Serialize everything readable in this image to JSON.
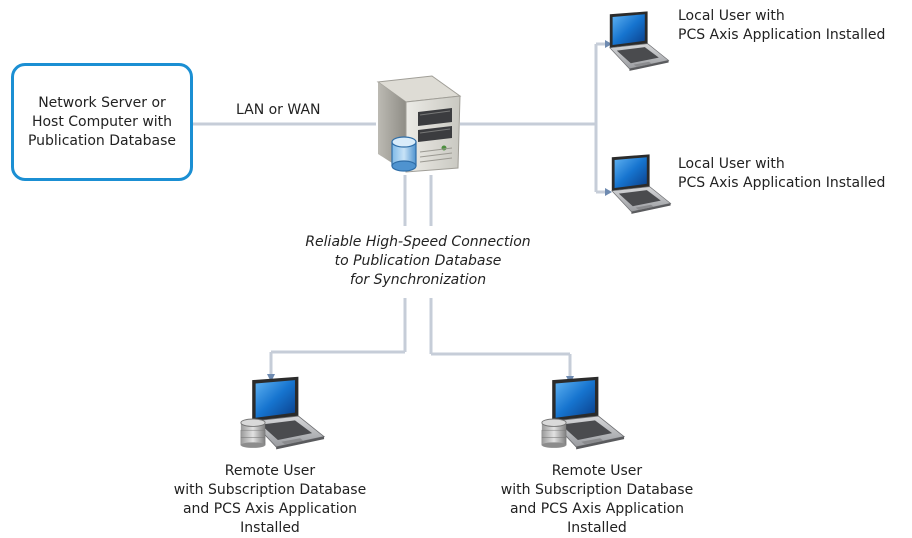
{
  "host": {
    "label": "Network Server or\nHost Computer with\nPublication Database"
  },
  "link": {
    "label": "LAN or WAN"
  },
  "connection": {
    "label": "Reliable High-Speed Connection\nto Publication Database\nfor Synchronization"
  },
  "local_users": [
    {
      "label": "Local User with\nPCS Axis Application Installed"
    },
    {
      "label": "Local User with\nPCS Axis Application Installed"
    }
  ],
  "remote_users": [
    {
      "label": "Remote User\nwith Subscription Database\nand PCS Axis Application Installed"
    },
    {
      "label": "Remote User\nwith Subscription Database\nand PCS Axis Application Installed"
    }
  ],
  "colors": {
    "line": "#c6cdd8",
    "box_border": "#1b8fd3",
    "screen": "#1470c8",
    "arrow": "#6e8ab0"
  },
  "icons": {
    "server": "server-tower-icon",
    "laptop": "laptop-icon",
    "database": "database-icon"
  }
}
